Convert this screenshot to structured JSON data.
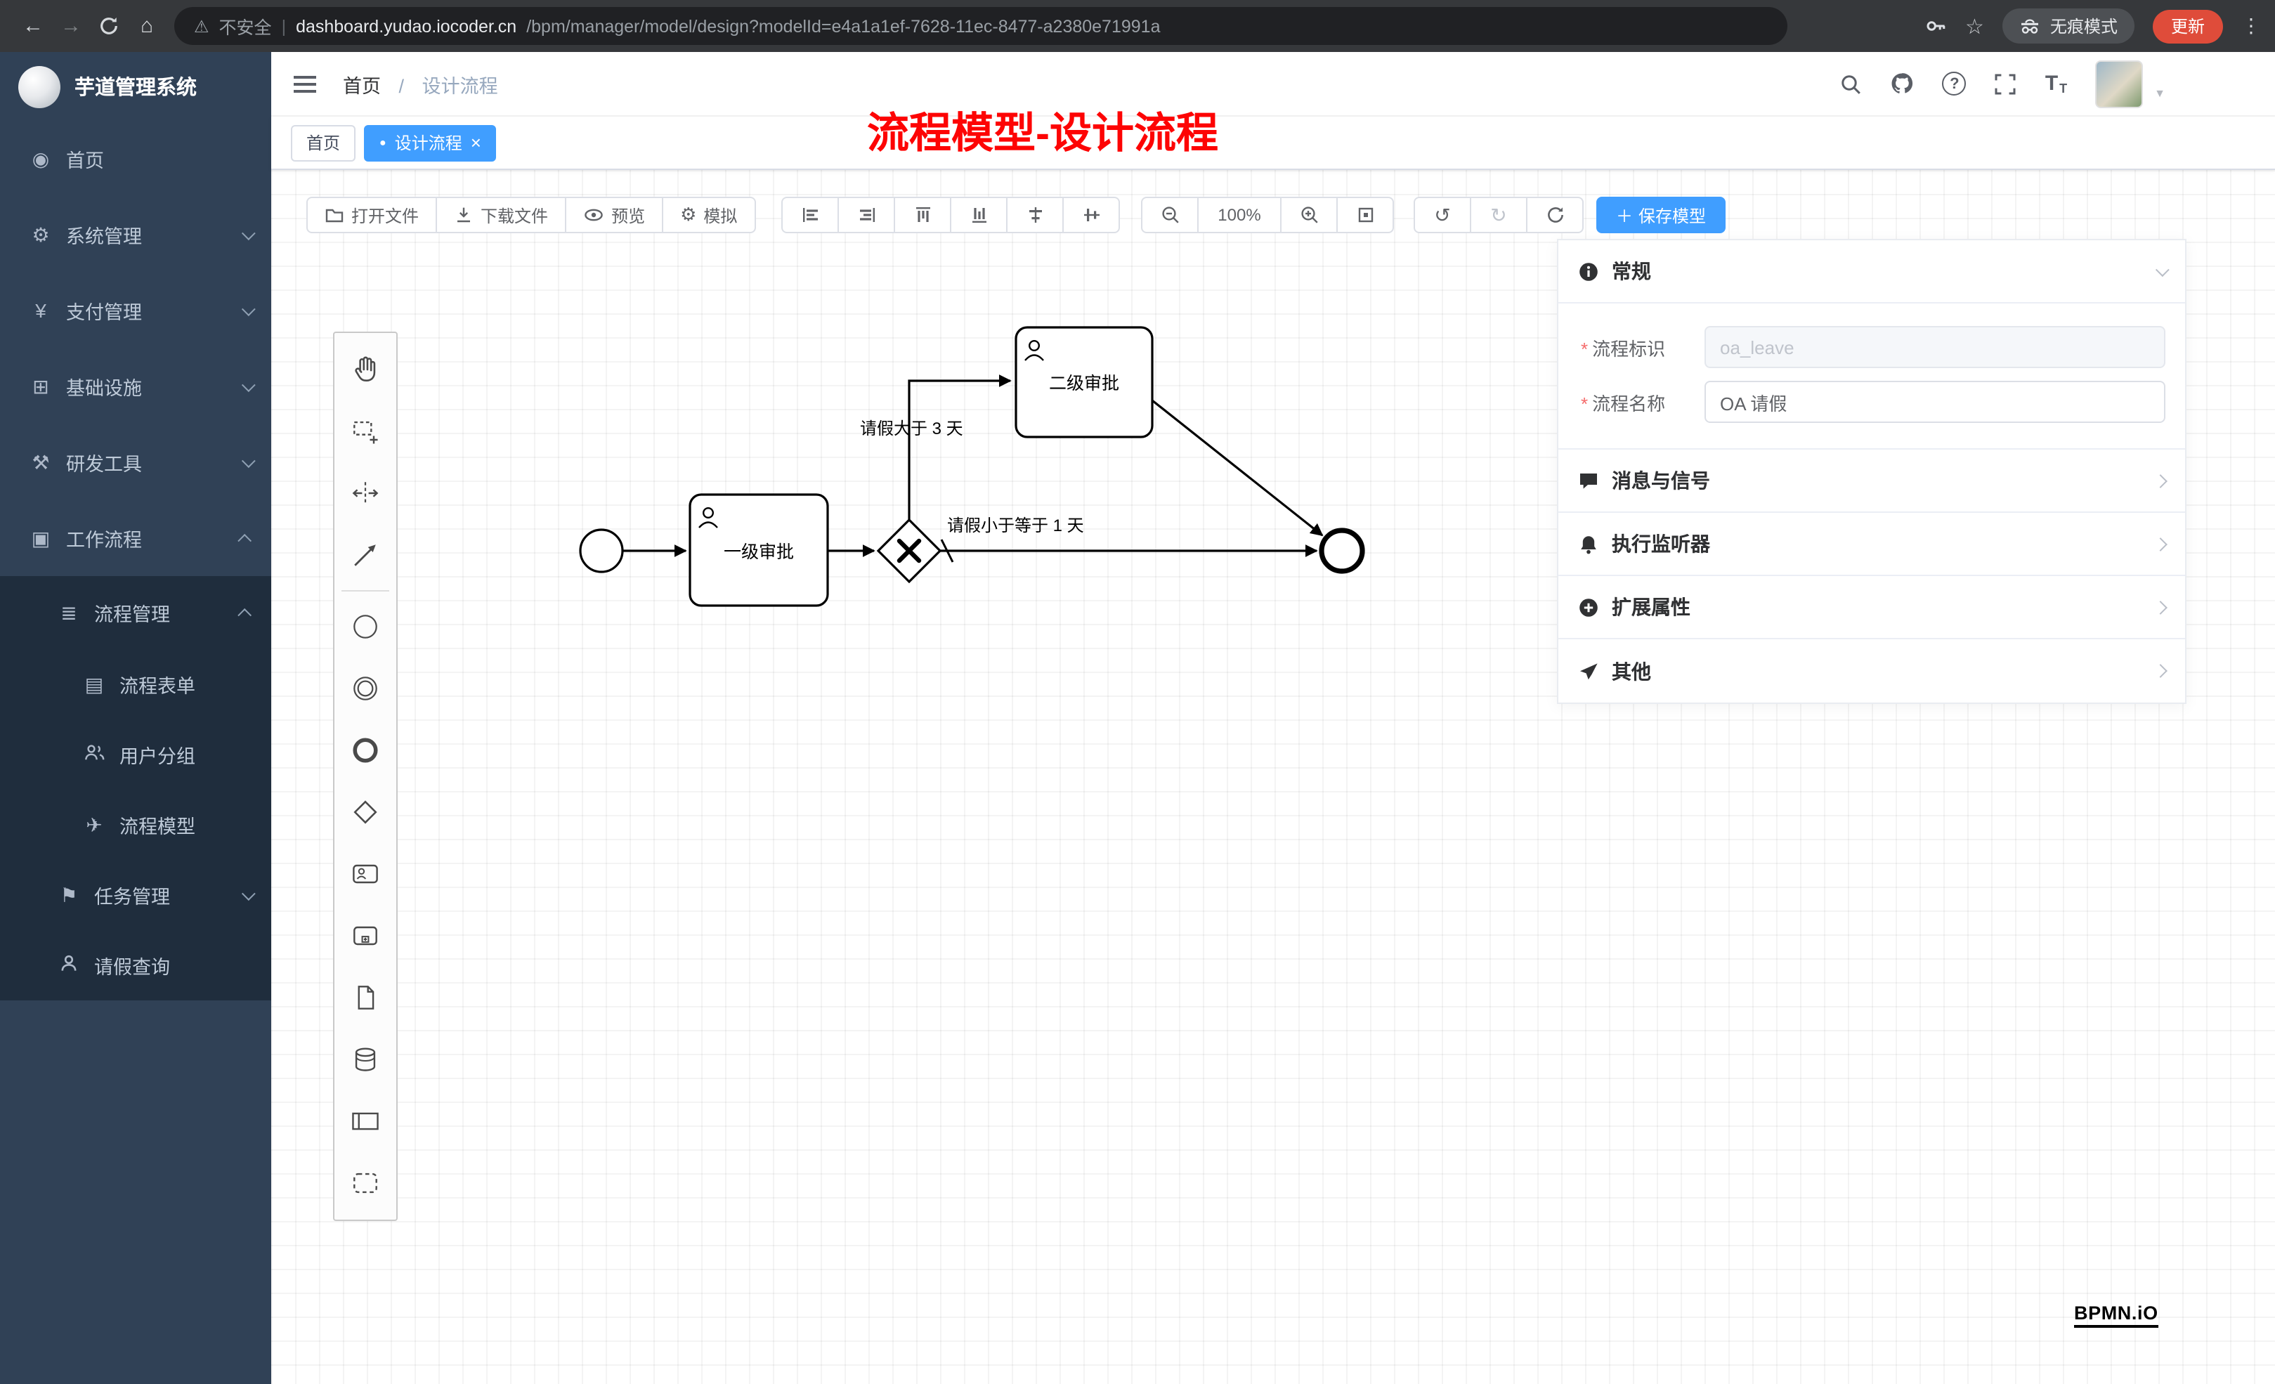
{
  "icons": {
    "back": "←",
    "forward": "→",
    "home": "⌂",
    "warning": "⚠",
    "pipe": "|",
    "star": "☆",
    "kebab": "⋮",
    "dot": "●",
    "close": "×",
    "plus": "＋",
    "caret": "▼",
    "question": "?",
    "font": "T",
    "undo": "↺",
    "redo": "↻",
    "gear": "⚙",
    "menu_home": "◉",
    "menu_pay": "¥",
    "menu_infra": "⊞",
    "menu_dev": "⚒",
    "menu_flow": "▣",
    "menu_procmgmt": "≣",
    "menu_form": "▤",
    "menu_task": "⚑",
    "menu_model": "✈",
    "breadcrumb_sep": "/",
    "asterisk": "*"
  },
  "browser": {
    "security": "不安全",
    "domain": "dashboard.yudao.iocoder.cn",
    "path": "/bpm/manager/model/design?modelId=e4a1a1ef-7628-11ec-8477-a2380e71991a",
    "incognito": "无痕模式",
    "update": "更新"
  },
  "sidebar": {
    "title": "芋道管理系统",
    "items": [
      {
        "label": "首页"
      },
      {
        "label": "系统管理"
      },
      {
        "label": "支付管理"
      },
      {
        "label": "基础设施"
      },
      {
        "label": "研发工具"
      },
      {
        "label": "工作流程"
      },
      {
        "label": "流程管理"
      },
      {
        "label": "流程表单"
      },
      {
        "label": "用户分组"
      },
      {
        "label": "流程模型"
      },
      {
        "label": "任务管理"
      },
      {
        "label": "请假查询"
      }
    ]
  },
  "header": {
    "breadcrumb_home": "首页",
    "breadcrumb_current": "设计流程"
  },
  "tabs": {
    "home": "首页",
    "active": "设计流程"
  },
  "annotation": {
    "text": "流程模型-设计流程"
  },
  "toolbar": {
    "open": "打开文件",
    "download": "下载文件",
    "preview": "预览",
    "simulate": "模拟",
    "zoom": "100%",
    "save": "保存模型"
  },
  "diagram": {
    "task1": "一级审批",
    "task2": "二级审批",
    "flow_top": "请假大于 3 天",
    "flow_bottom": "请假小于等于 1 天"
  },
  "panel": {
    "general": "常规",
    "field1_label": "流程标识",
    "field1_value": "oa_leave",
    "field2_label": "流程名称",
    "field2_value": "OA 请假",
    "sections": [
      {
        "label": "消息与信号"
      },
      {
        "label": "执行监听器"
      },
      {
        "label": "扩展属性"
      },
      {
        "label": "其他"
      }
    ]
  },
  "watermark": {
    "text": "BPMN.iO"
  }
}
